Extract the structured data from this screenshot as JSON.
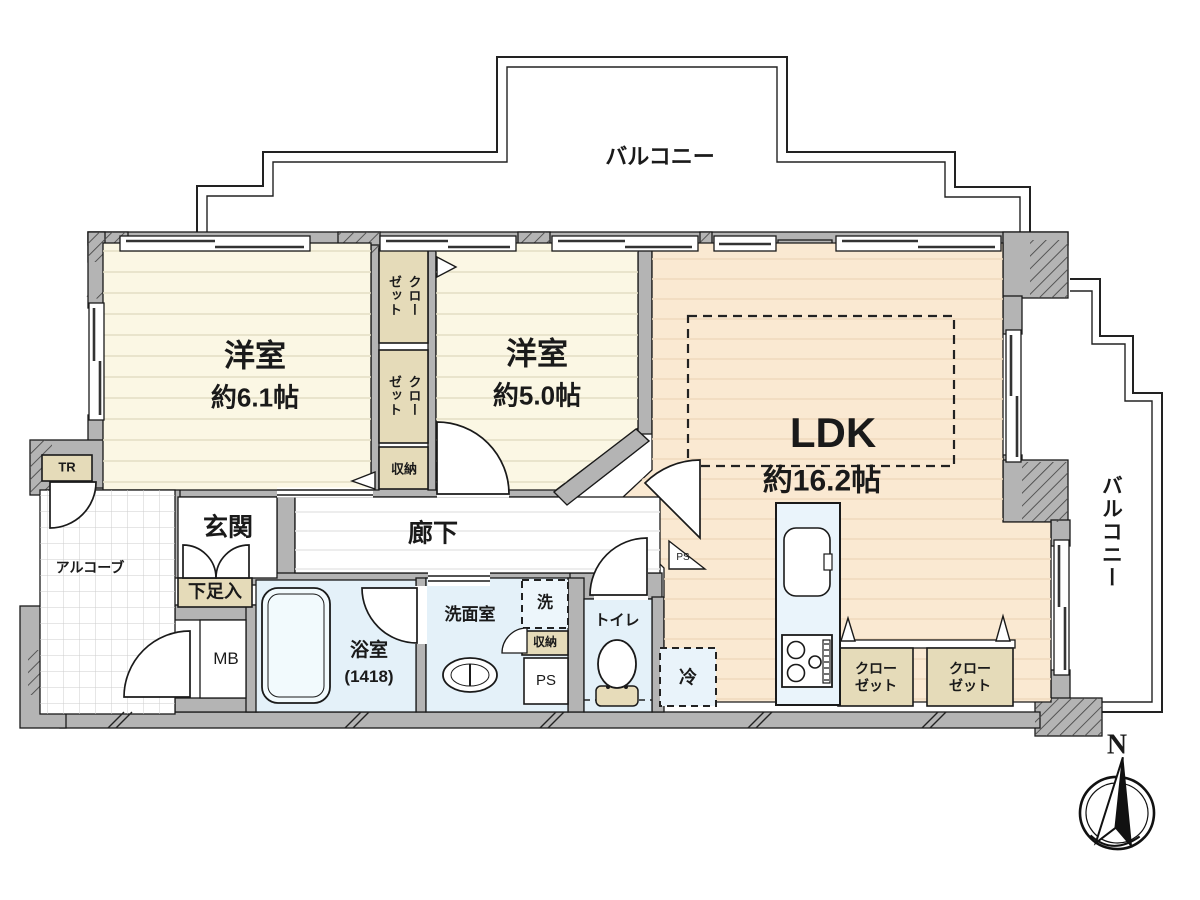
{
  "plan": {
    "balcony_top": "バルコニー",
    "balcony_right": "バルコニー",
    "rooms": {
      "bedroom1": {
        "name": "洋室",
        "size": "約6.1帖"
      },
      "bedroom2": {
        "name": "洋室",
        "size": "約5.0帖"
      },
      "ldk": {
        "name": "LDK",
        "size": "約16.2帖"
      },
      "entrance": "玄関",
      "hallway": "廊下",
      "alcove": "アルコーブ",
      "bathroom": {
        "name": "浴室",
        "size": "(1418)"
      },
      "washroom": "洗面室",
      "toilet": "トイレ"
    },
    "fixtures": {
      "closet_vertical_1": "クロー\nゼット",
      "closet_vertical_2": "クロー\nゼット",
      "closet_bottom_1": "クロー\nゼット",
      "closet_bottom_2": "クロー\nゼット",
      "storage_bedroom": "収納",
      "storage_washroom": "収納",
      "shoe_cabinet": "下足入",
      "trunk_room": "TR",
      "meter_box": "MB",
      "pipe_space_main": "PS",
      "pipe_space_corner": "PS",
      "washer": "洗",
      "refrigerator": "冷"
    },
    "compass_north": "N",
    "colors": {
      "wall_gray": "#b4b4b4",
      "bedroom_cream": "#fbf7e4",
      "ldk_peach": "#fae9d2",
      "wet_area_blue": "#e4f1f9",
      "closet_tan": "#e5dbb9",
      "outline_black": "#1a1a1a"
    }
  }
}
